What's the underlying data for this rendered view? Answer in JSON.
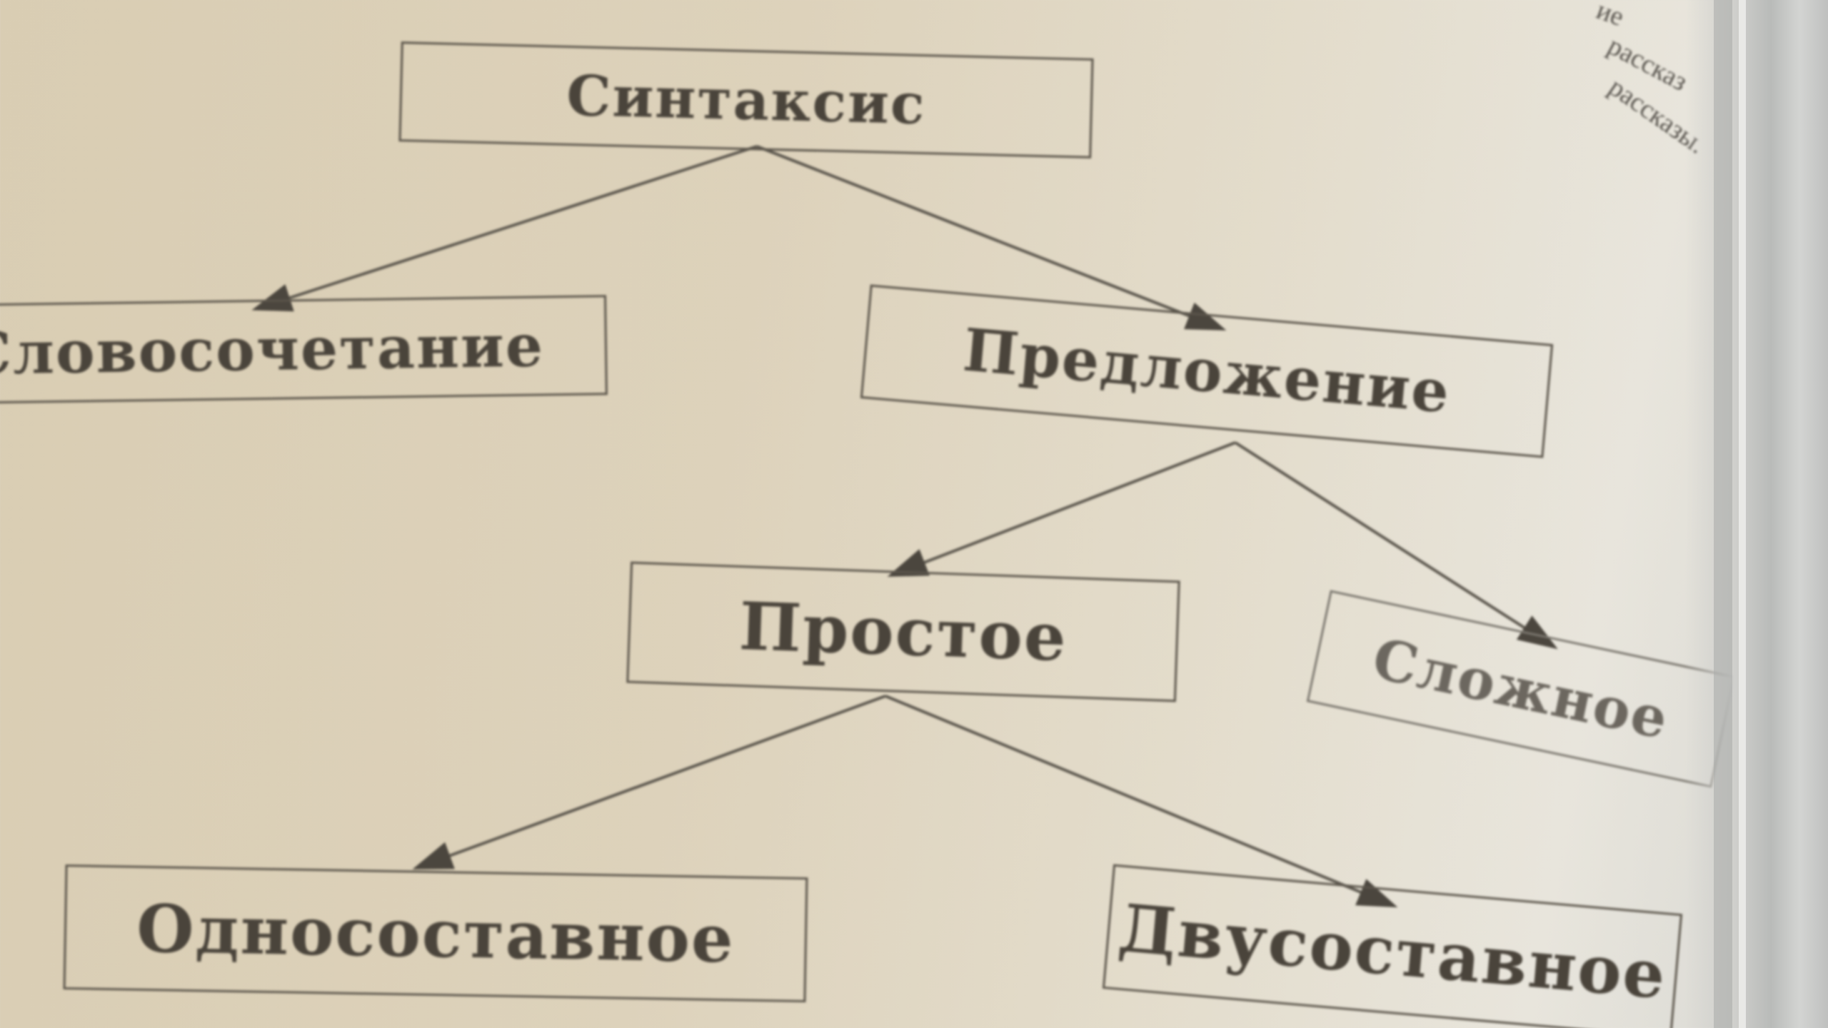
{
  "edge_text": [
    "ие",
    "рассказ",
    "рассказы."
  ],
  "nodes": {
    "syntax": "Синтаксис",
    "phrase": "Словосочетание",
    "sentence": "Предложение",
    "simple": "Простое",
    "complex": "Сложное",
    "one_part": "Односоставное",
    "two_part": "Двусоставное"
  },
  "edges": [
    {
      "from": "Синтаксис",
      "to": "Словосочетание"
    },
    {
      "from": "Синтаксис",
      "to": "Предложение"
    },
    {
      "from": "Предложение",
      "to": "Простое"
    },
    {
      "from": "Предложение",
      "to": "Сложное"
    },
    {
      "from": "Простое",
      "to": "Односоставное"
    },
    {
      "from": "Простое",
      "to": "Двусоставное"
    }
  ]
}
